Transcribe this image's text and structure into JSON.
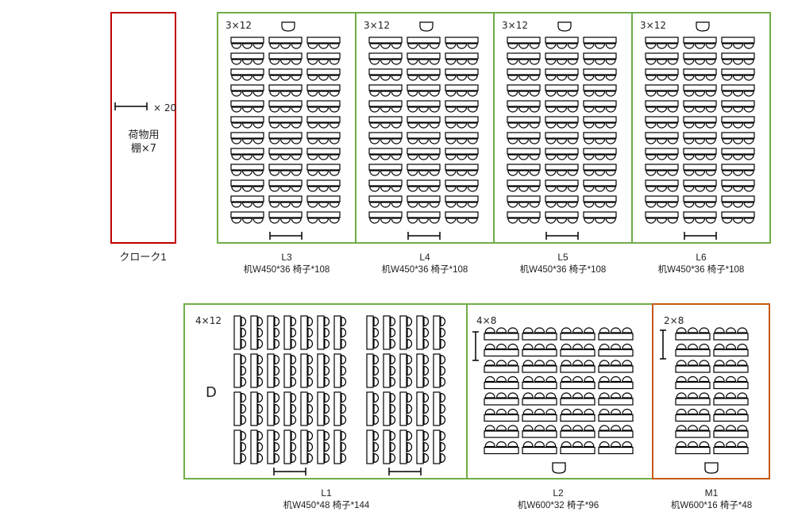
{
  "cloak": {
    "rack_count": "× 20",
    "shelf_label_line1": "荷物用",
    "shelf_label_line2": "棚×7",
    "name": "クローク1",
    "border_color": "#c00000"
  },
  "rooms_top": [
    {
      "name": "L3",
      "grid": "3×12",
      "spec": "机W450*36 椅子*108",
      "border_color": "#70ad47"
    },
    {
      "name": "L4",
      "grid": "3×12",
      "spec": "机W450*36 椅子*108",
      "border_color": "#70ad47"
    },
    {
      "name": "L5",
      "grid": "3×12",
      "spec": "机W450*36 椅子*108",
      "border_color": "#70ad47"
    },
    {
      "name": "L6",
      "grid": "3×12",
      "spec": "机W450*36 椅子*108",
      "border_color": "#70ad47"
    }
  ],
  "room_l1": {
    "name": "L1",
    "grid": "4×12",
    "door_label": "D",
    "spec": "机W450*48 椅子*144",
    "border_color": "#70ad47"
  },
  "room_l2": {
    "name": "L2",
    "grid": "4×8",
    "spec": "机W600*32 椅子*96",
    "border_color": "#70ad47"
  },
  "room_m1": {
    "name": "M1",
    "grid": "2×8",
    "spec": "机W600*16 椅子*48",
    "border_color": "#c55a11"
  }
}
